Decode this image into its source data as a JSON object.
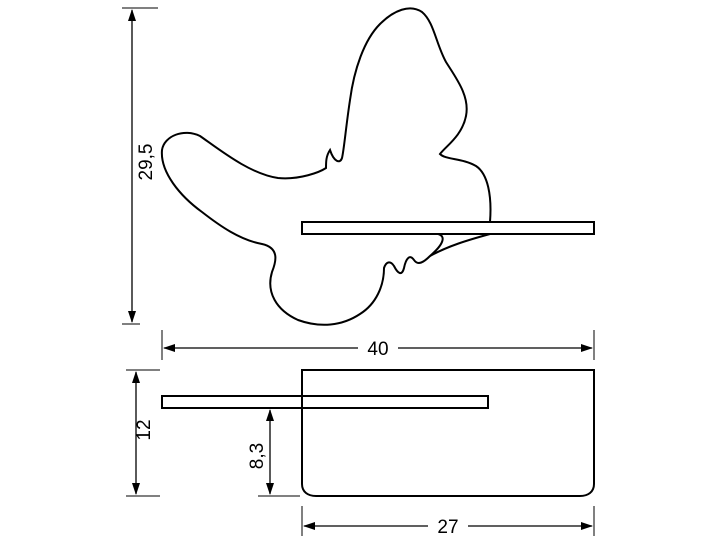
{
  "drawing": {
    "dimensions": {
      "front_height": "29,5",
      "front_width": "40",
      "side_height": "12",
      "shelf_height": "8,3",
      "side_depth": "27"
    }
  }
}
